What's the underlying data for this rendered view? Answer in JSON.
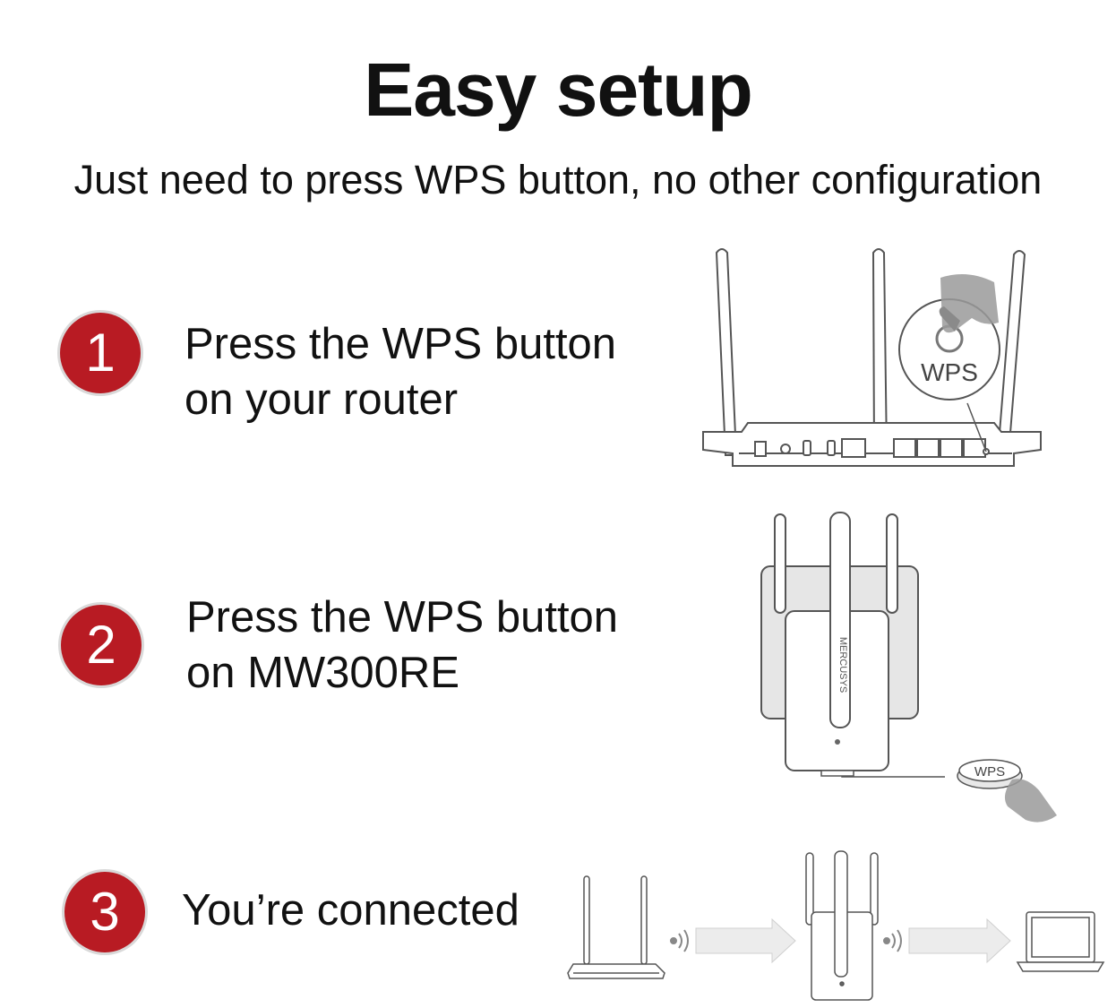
{
  "title": "Easy setup",
  "subtitle": "Just need to press WPS button, no other configuration",
  "steps": [
    {
      "number": "1",
      "line1": "Press the WPS button",
      "line2": "on your router"
    },
    {
      "number": "2",
      "line1": "Press the WPS button",
      "line2": "on MW300RE"
    },
    {
      "number": "3",
      "line1": "You’re connected",
      "line2": ""
    }
  ],
  "router_wps_label": "WPS",
  "extender_wps_label": "WPS",
  "extender_brand": "MERCUSYS",
  "colors": {
    "badge": "#b81b23",
    "text": "#111111",
    "line": "#555555"
  },
  "icons": [
    "router-icon",
    "hand-pointer-icon",
    "wps-button-icon",
    "extender-icon",
    "wall-outlet-icon",
    "signal-waves-icon",
    "arrow-right-icon",
    "laptop-icon"
  ]
}
